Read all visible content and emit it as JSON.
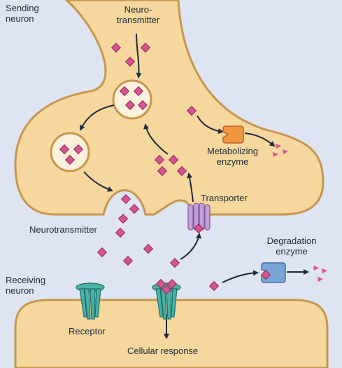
{
  "colors": {
    "background": "#dfe4f2",
    "neuron_fill": "#f6d79e",
    "neuron_edge": "#c6964c",
    "neurotransmitter": "#d9548f",
    "vesicle": "#fbf1dc",
    "receptor": "#49b3a8",
    "transporter": "#c39fd6",
    "metabolizing_enzyme": "#f0963c",
    "degradation_enzyme": "#7aa4d8"
  },
  "labels": {
    "sending_neuron": "Sending\nneuron",
    "neurotransmitter_top": "Neuro-\ntransmitter",
    "metabolizing_enzyme": "Metabolizing\nenzyme",
    "transporter": "Transporter",
    "neurotransmitter_left": "Neurotransmitter",
    "degradation_enzyme": "Degradation\nenzyme",
    "receiving_neuron": "Receiving\nneuron",
    "receptor": "Receptor",
    "cellular_response": "Cellular response"
  }
}
